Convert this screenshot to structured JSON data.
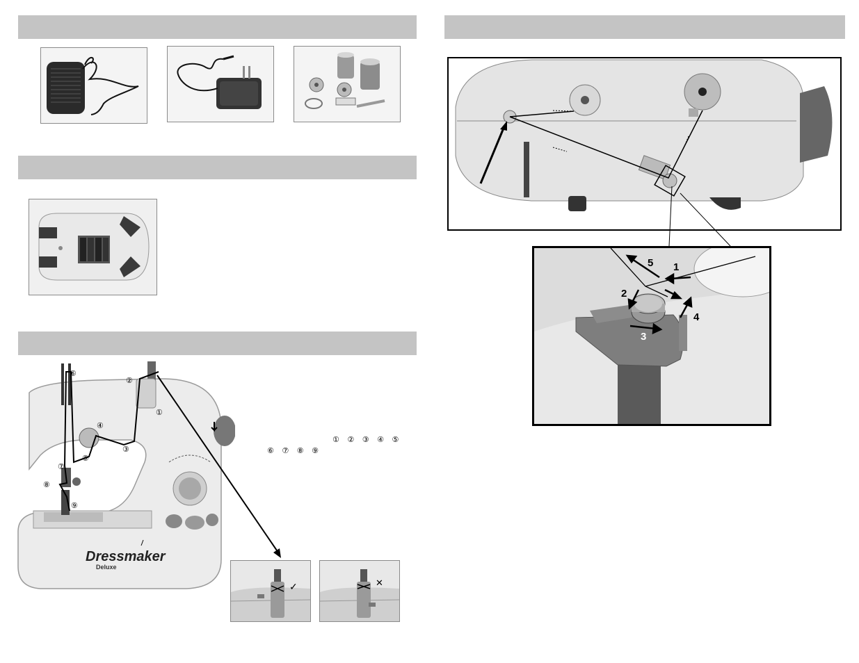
{
  "left_page": {
    "section_bars": [
      "",
      "",
      ""
    ],
    "accessory_photos": [
      "foot-pedal",
      "ac-adapter",
      "bobbins-and-threader"
    ],
    "threading_callouts": {
      "labels": [
        "①",
        "②",
        "③",
        "④",
        "⑤",
        "⑥",
        "⑦",
        "⑧",
        "⑨"
      ],
      "row1": [
        "①",
        "②",
        "③",
        "④",
        "⑤"
      ],
      "row2": [
        "⑥",
        "⑦",
        "⑧",
        "⑨"
      ]
    },
    "machine_brand": "Dressmaker",
    "machine_model": "Deluxe",
    "spool_check_marks": {
      "correct": "✓",
      "wrong": "✕"
    }
  },
  "right_page": {
    "section_bars": [
      ""
    ],
    "winding_steps": [
      "1",
      "2",
      "3",
      "4",
      "5"
    ]
  }
}
